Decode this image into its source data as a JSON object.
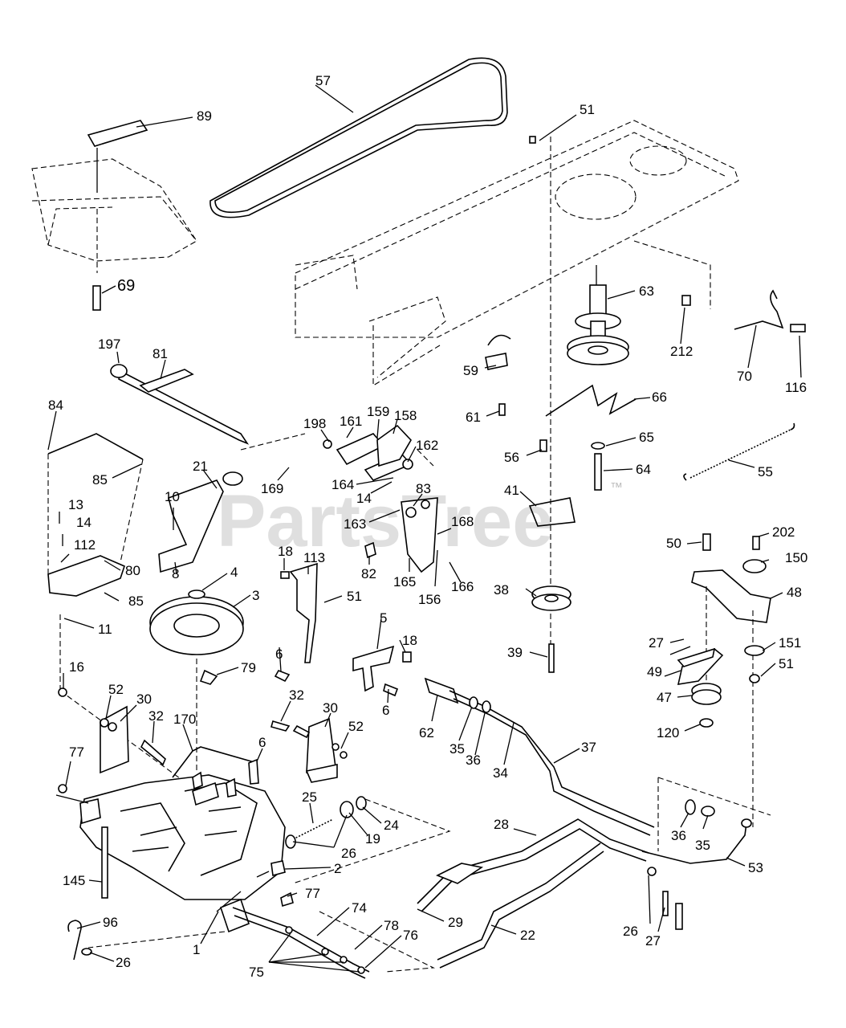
{
  "watermark": {
    "text": "PartsTree",
    "mark": "™"
  },
  "callouts": [
    {
      "id": "c57",
      "text": "57"
    },
    {
      "id": "c89",
      "text": "89"
    },
    {
      "id": "c51a",
      "text": "51"
    },
    {
      "id": "c69",
      "text": "69"
    },
    {
      "id": "c63",
      "text": "63"
    },
    {
      "id": "c212",
      "text": "212"
    },
    {
      "id": "c70",
      "text": "70"
    },
    {
      "id": "c116",
      "text": "116"
    },
    {
      "id": "c197",
      "text": "197"
    },
    {
      "id": "c81",
      "text": "81"
    },
    {
      "id": "c59",
      "text": "59"
    },
    {
      "id": "c66",
      "text": "66"
    },
    {
      "id": "c84",
      "text": "84"
    },
    {
      "id": "c198",
      "text": "198"
    },
    {
      "id": "c161",
      "text": "161"
    },
    {
      "id": "c159",
      "text": "159"
    },
    {
      "id": "c158",
      "text": "158"
    },
    {
      "id": "c61",
      "text": "61"
    },
    {
      "id": "c65",
      "text": "65"
    },
    {
      "id": "c162",
      "text": "162"
    },
    {
      "id": "c56",
      "text": "56"
    },
    {
      "id": "c64",
      "text": "64"
    },
    {
      "id": "c85a",
      "text": "85"
    },
    {
      "id": "c21",
      "text": "21"
    },
    {
      "id": "c169",
      "text": "169"
    },
    {
      "id": "c55",
      "text": "55"
    },
    {
      "id": "c164",
      "text": "164"
    },
    {
      "id": "c14a",
      "text": "14"
    },
    {
      "id": "c83",
      "text": "83"
    },
    {
      "id": "c10",
      "text": "10"
    },
    {
      "id": "c41",
      "text": "41"
    },
    {
      "id": "c13",
      "text": "13"
    },
    {
      "id": "c163",
      "text": "163"
    },
    {
      "id": "c168",
      "text": "168"
    },
    {
      "id": "c50",
      "text": "50"
    },
    {
      "id": "c202",
      "text": "202"
    },
    {
      "id": "c14b",
      "text": "14"
    },
    {
      "id": "c150",
      "text": "150"
    },
    {
      "id": "c18a",
      "text": "18"
    },
    {
      "id": "c113",
      "text": "113"
    },
    {
      "id": "c112",
      "text": "112"
    },
    {
      "id": "c80",
      "text": "80"
    },
    {
      "id": "c8",
      "text": "8"
    },
    {
      "id": "c4",
      "text": "4"
    },
    {
      "id": "c82",
      "text": "82"
    },
    {
      "id": "c165",
      "text": "165"
    },
    {
      "id": "c156",
      "text": "156"
    },
    {
      "id": "c166",
      "text": "166"
    },
    {
      "id": "c85b",
      "text": "85"
    },
    {
      "id": "c3",
      "text": "3"
    },
    {
      "id": "c51b",
      "text": "51"
    },
    {
      "id": "c38",
      "text": "38"
    },
    {
      "id": "c48",
      "text": "48"
    },
    {
      "id": "c11",
      "text": "11"
    },
    {
      "id": "c5",
      "text": "5"
    },
    {
      "id": "c18b",
      "text": "18"
    },
    {
      "id": "c6a",
      "text": "6"
    },
    {
      "id": "c27a",
      "text": "27"
    },
    {
      "id": "c151",
      "text": "151"
    },
    {
      "id": "c16",
      "text": "16"
    },
    {
      "id": "c79",
      "text": "79"
    },
    {
      "id": "c39",
      "text": "39"
    },
    {
      "id": "c51c",
      "text": "51"
    },
    {
      "id": "c49",
      "text": "49"
    },
    {
      "id": "c52a",
      "text": "52"
    },
    {
      "id": "c30a",
      "text": "30"
    },
    {
      "id": "c6b",
      "text": "6"
    },
    {
      "id": "c47",
      "text": "47"
    },
    {
      "id": "c32a",
      "text": "32"
    },
    {
      "id": "c30b",
      "text": "30"
    },
    {
      "id": "c32b",
      "text": "32"
    },
    {
      "id": "c170",
      "text": "170"
    },
    {
      "id": "c52b",
      "text": "52"
    },
    {
      "id": "c62",
      "text": "62"
    },
    {
      "id": "c120",
      "text": "120"
    },
    {
      "id": "c35a",
      "text": "35"
    },
    {
      "id": "c36a",
      "text": "36"
    },
    {
      "id": "c34",
      "text": "34"
    },
    {
      "id": "c37",
      "text": "37"
    },
    {
      "id": "c77a",
      "text": "77"
    },
    {
      "id": "c6c",
      "text": "6"
    },
    {
      "id": "c25",
      "text": "25"
    },
    {
      "id": "c24",
      "text": "24"
    },
    {
      "id": "c19",
      "text": "19"
    },
    {
      "id": "c28",
      "text": "28"
    },
    {
      "id": "c26a",
      "text": "26"
    },
    {
      "id": "c36b",
      "text": "36"
    },
    {
      "id": "c35b",
      "text": "35"
    },
    {
      "id": "c2",
      "text": "2"
    },
    {
      "id": "c53",
      "text": "53"
    },
    {
      "id": "c145",
      "text": "145"
    },
    {
      "id": "c77b",
      "text": "77"
    },
    {
      "id": "c74",
      "text": "74"
    },
    {
      "id": "c96",
      "text": "96"
    },
    {
      "id": "c29",
      "text": "29"
    },
    {
      "id": "c78",
      "text": "78"
    },
    {
      "id": "c22",
      "text": "22"
    },
    {
      "id": "c26b",
      "text": "26"
    },
    {
      "id": "c76",
      "text": "76"
    },
    {
      "id": "c1",
      "text": "1"
    },
    {
      "id": "c27b",
      "text": "27"
    },
    {
      "id": "c26c",
      "text": "26"
    },
    {
      "id": "c75",
      "text": "75"
    }
  ]
}
